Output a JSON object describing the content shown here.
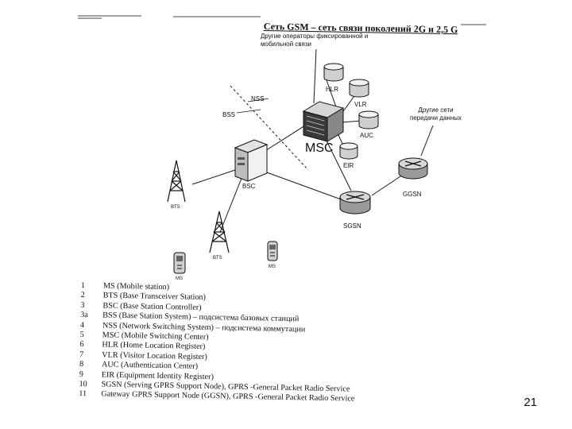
{
  "title": "Сеть GSM – сеть связи поколений 2G и 2,5 G",
  "notes": {
    "other_operators": [
      "Другие операторы фиксированной и",
      "мобильной связи"
    ],
    "other_networks": [
      "Другие сети",
      "передачи данных"
    ]
  },
  "labels": {
    "nss": "NSS",
    "bss": "BSS",
    "msc": "MSC",
    "hlr": "HLR",
    "vlr": "VLR",
    "auc": "AUC",
    "eir": "EIR",
    "bsc": "BSC",
    "ggsn": "GGSN",
    "sgsn": "SGSN",
    "bts1": "BTS",
    "bts2": "BTS",
    "ms1": "MS",
    "ms2": "MS"
  },
  "legend": [
    {
      "num": "1",
      "text": "MS (Mobile station)"
    },
    {
      "num": "2",
      "text": "BTS (Base Transceiver Station)"
    },
    {
      "num": "3",
      "text": "BSC (Base Station Controller)"
    },
    {
      "num": "3a",
      "text": "BSS (Base Station System) – подсистема базовых станций"
    },
    {
      "num": "4",
      "text": "NSS (Network Switching System) – подсистема коммутации"
    },
    {
      "num": "5",
      "text": "MSC (Mobile Switching Center)"
    },
    {
      "num": "6",
      "text": "HLR (Home Location Register)"
    },
    {
      "num": "7",
      "text": "VLR (Visitor Location Register)"
    },
    {
      "num": "8",
      "text": "AUC (Authentication Center)"
    },
    {
      "num": "9",
      "text": "EIR (Equipment Identity Register)"
    },
    {
      "num": "10",
      "text": "SGSN (Serving GPRS Support Node), GPRS -General Packet Radio Service"
    },
    {
      "num": "11",
      "text": "Gateway GPRS Support Node (GGSN), GPRS -General Packet Radio Service"
    }
  ],
  "page_number": "21",
  "colors": {
    "ink": "#1a1a1a",
    "paper": "#ffffff",
    "shade": "#bdbdbd"
  }
}
